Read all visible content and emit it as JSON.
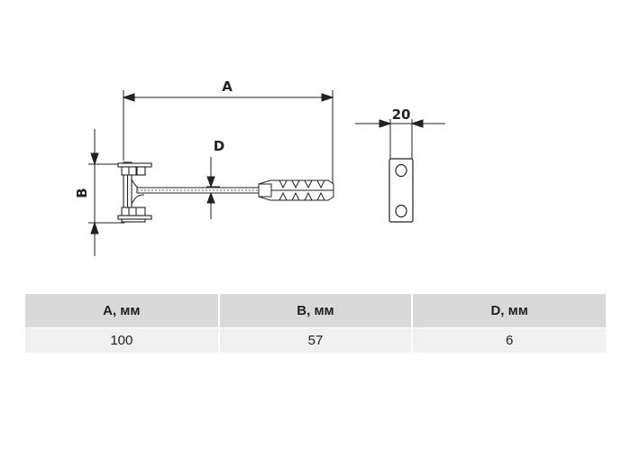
{
  "drawing": {
    "dim_a_label": "A",
    "dim_b_label": "B",
    "dim_d_label": "D",
    "dim_width_label": "20"
  },
  "table": {
    "headers": [
      "A, мм",
      "B, мм",
      "D, мм"
    ],
    "rows": [
      [
        "100",
        "57",
        "6"
      ]
    ]
  }
}
